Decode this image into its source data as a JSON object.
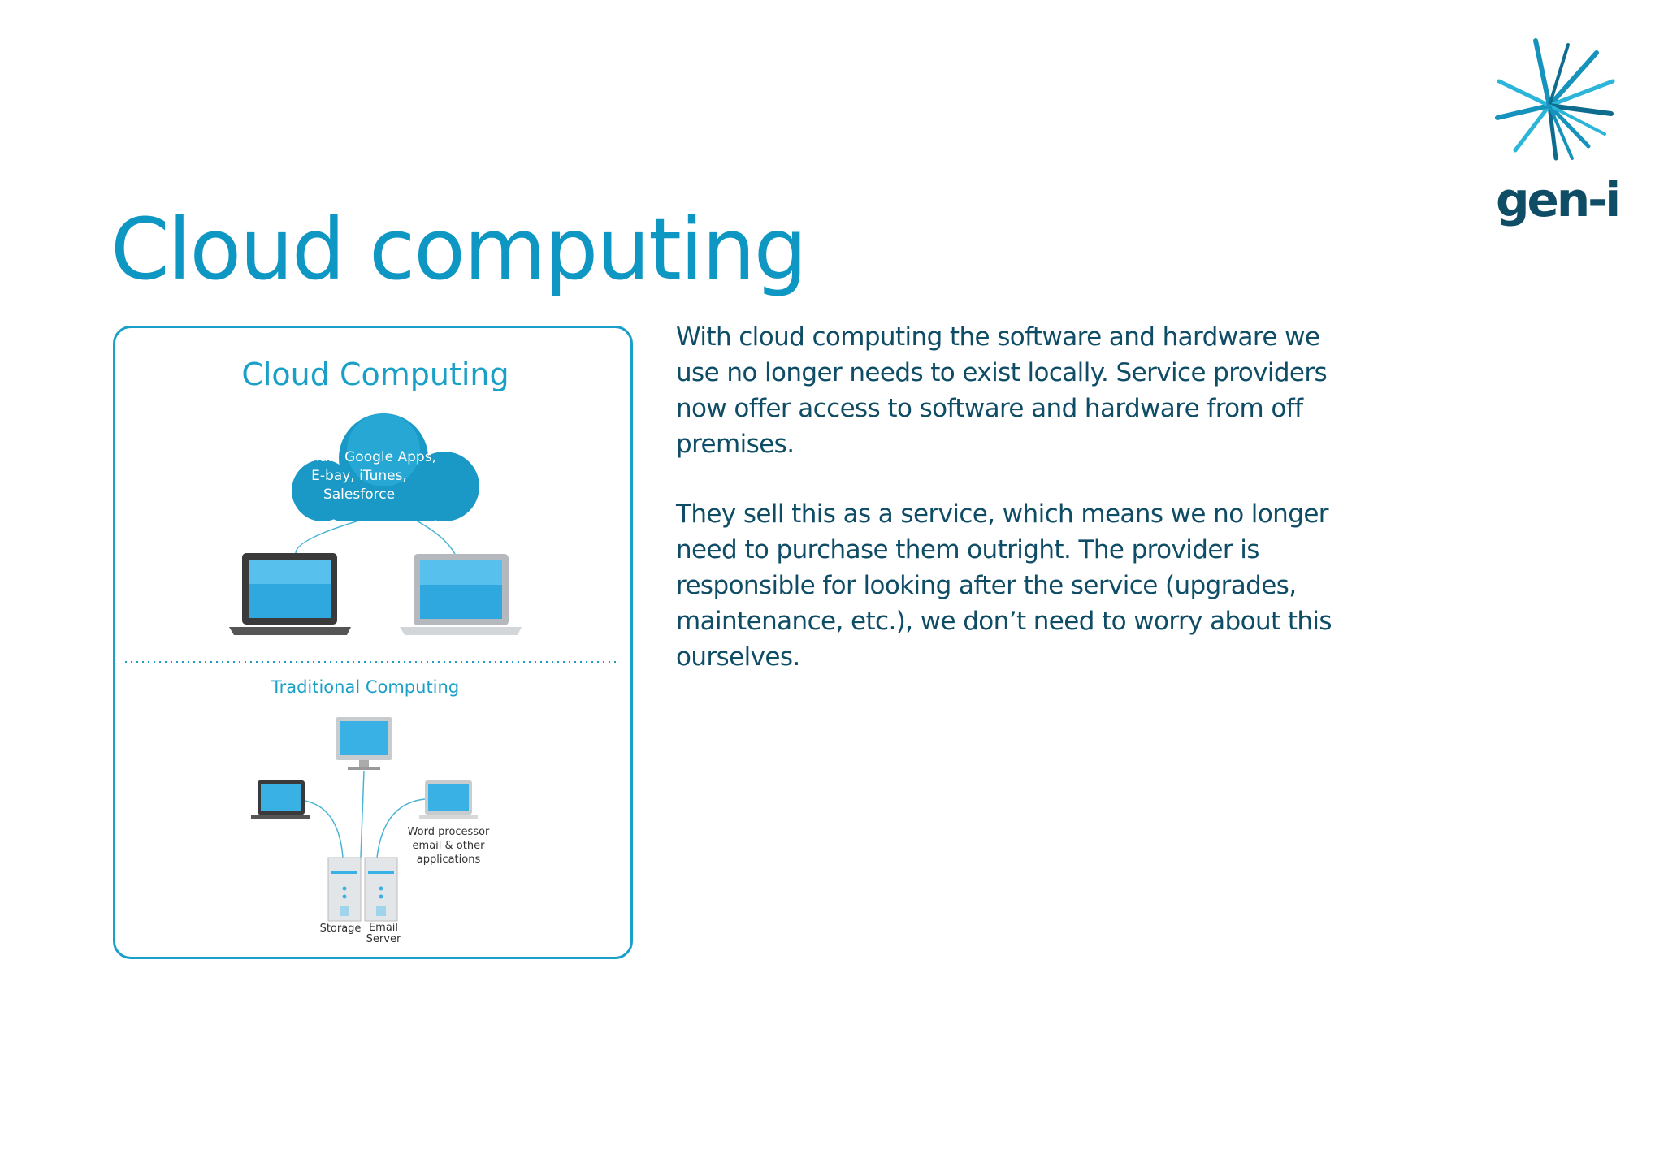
{
  "brand": {
    "logo_text": "gen-i",
    "accent": "#0e97c2",
    "dark": "#0f4d66"
  },
  "slide": {
    "title": "Cloud computing",
    "paragraphs": [
      "With cloud computing the software and hardware we use no longer needs to exist locally. Service providers now offer access to software and hardware from off premises.",
      "They sell this as a service, which means we no longer need to purchase them outright. The provider is responsible for looking after the service (upgrades, maintenance, etc.), we don’t need to worry about this ourselves."
    ]
  },
  "diagram": {
    "title": "Cloud Computing",
    "cloud_label": "Hotmail, Google Apps, E-bay, iTunes, Salesforce",
    "traditional_title": "Traditional Computing",
    "apps_label": "Word processor email & other applications",
    "storage_label": "Storage",
    "email_server_label": "Email Server",
    "icons": [
      "cloud-icon",
      "laptop-dark-icon",
      "laptop-silver-icon",
      "monitor-icon",
      "laptop-small-icon",
      "laptop-small-silver-icon",
      "server-icon"
    ]
  }
}
